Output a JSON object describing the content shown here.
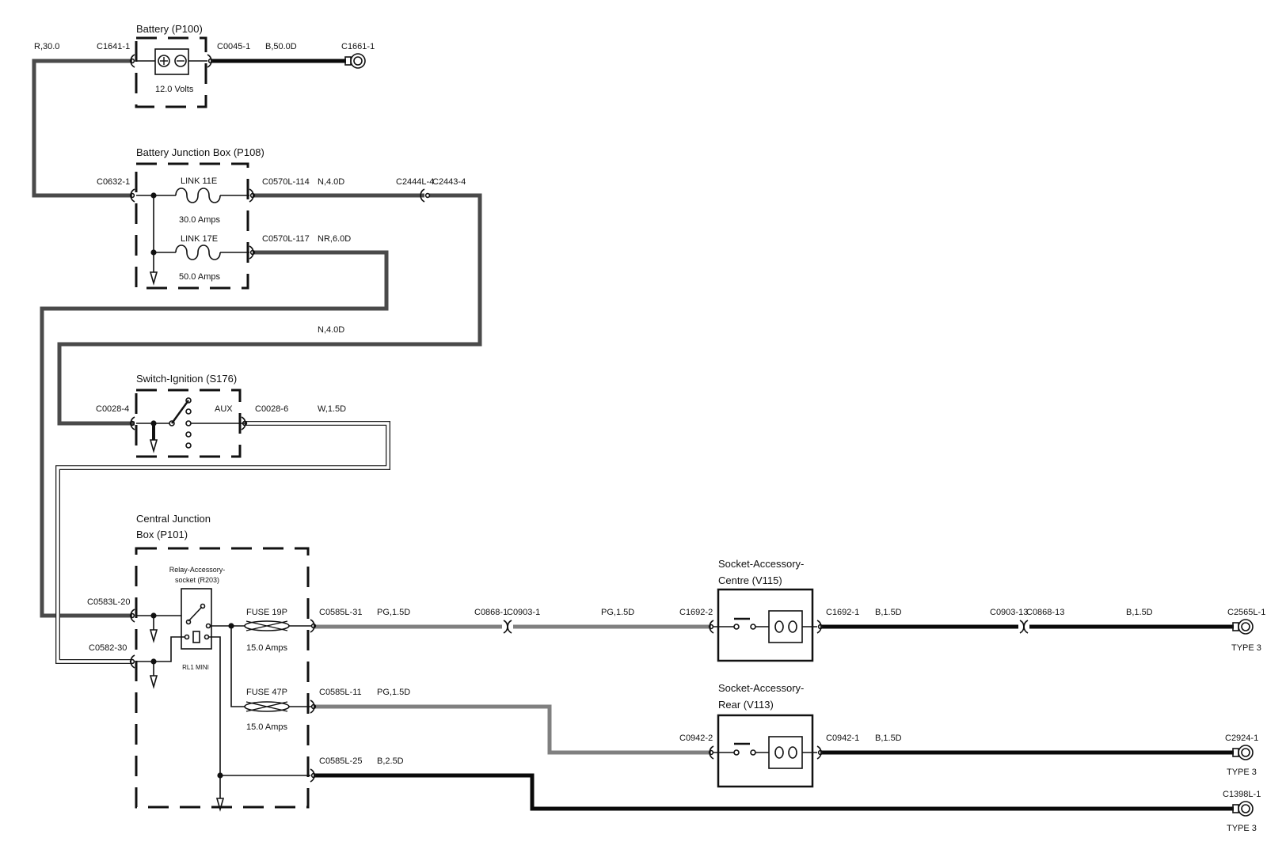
{
  "colors": {
    "wire_red": "#4a4a4a",
    "wire_black": "#0a0a0a",
    "wire_brown": "#555555",
    "wire_pink_green": "#808080",
    "wire_white_outline": "#222222"
  },
  "components": {
    "battery": {
      "title": "Battery (P100)",
      "voltage": "12.0 Volts"
    },
    "battery_junction_box": {
      "title": "Battery Junction Box (P108)",
      "link_11e": {
        "name": "LINK 11E",
        "rating": "30.0 Amps"
      },
      "link_17e": {
        "name": "LINK 17E",
        "rating": "50.0 Amps"
      }
    },
    "switch_ignition": {
      "title": "Switch-Ignition (S176)",
      "aux": "AUX"
    },
    "central_junction_box": {
      "title_line1": "Central Junction",
      "title_line2": "Box (P101)",
      "relay_line1": "Relay-Accessory-",
      "relay_line2": "socket (R203)",
      "relay_type": "RL1 MINI",
      "fuse_19p": {
        "name": "FUSE 19P",
        "rating": "15.0 Amps"
      },
      "fuse_47p": {
        "name": "FUSE 47P",
        "rating": "15.0 Amps"
      }
    },
    "socket_centre": {
      "title_line1": "Socket-Accessory-",
      "title_line2": "Centre (V115)"
    },
    "socket_rear": {
      "title_line1": "Socket-Accessory-",
      "title_line2": "Rear (V113)"
    }
  },
  "connectors": {
    "c1641_1": "C1641-1",
    "c0045_1": "C0045-1",
    "c1661_1": "C1661-1",
    "c0632_1": "C0632-1",
    "c0570l_114": "C0570L-114",
    "c0570l_117": "C0570L-117",
    "c2444l_4": "C2444L-4",
    "c2443_4": "C2443-4",
    "c0028_4": "C0028-4",
    "c0028_6": "C0028-6",
    "c0583l_20": "C0583L-20",
    "c0582_30": "C0582-30",
    "c0585l_31": "C0585L-31",
    "c0585l_11": "C0585L-11",
    "c0585l_25": "C0585L-25",
    "c0868_1": "C0868-1",
    "c0903_1": "C0903-1",
    "c1692_2": "C1692-2",
    "c1692_1": "C1692-1",
    "c0903_13": "C0903-13",
    "c0868_13": "C0868-13",
    "c2565l_1": "C2565L-1",
    "c0942_2": "C0942-2",
    "c0942_1": "C0942-1",
    "c2924_1": "C2924-1",
    "c1398l_1": "C1398L-1",
    "type_3": "TYPE 3"
  },
  "wires": {
    "r_30": "R,30.0",
    "b_50": "B,50.0D",
    "n_4_top": "N,4.0D",
    "nr_6": "NR,6.0D",
    "n_4_mid": "N,4.0D",
    "w_1_5": "W,1.5D",
    "pg_1_5_a": "PG,1.5D",
    "pg_1_5_b": "PG,1.5D",
    "pg_1_5_c": "PG,1.5D",
    "b_1_5_a": "B,1.5D",
    "b_1_5_b": "B,1.5D",
    "b_1_5_c": "B,1.5D",
    "b_2_5": "B,2.5D"
  }
}
